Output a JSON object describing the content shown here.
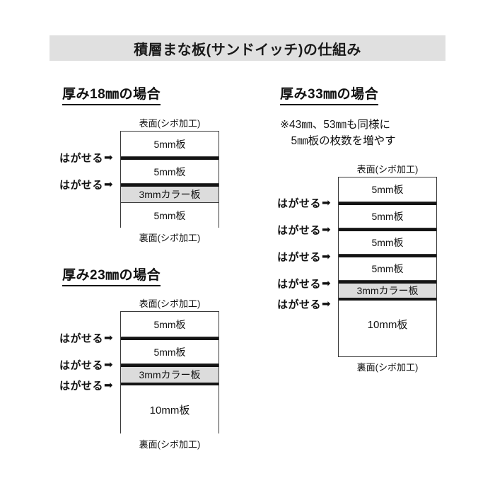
{
  "title": "積層まな板(サンドイッチ)の仕組み",
  "peel_label": "はがせる",
  "peel_arrow": "➡",
  "captions": {
    "front": "表面(シボ加工)",
    "back": "裏面(シボ加工)"
  },
  "sections": [
    {
      "id": "thickness-18",
      "heading": "厚み18㎜の場合",
      "note": "",
      "layers": [
        {
          "label": "5mm板",
          "type": "plain",
          "peelable_above": false
        },
        {
          "label": "5mm板",
          "type": "plain",
          "peelable_above": true
        },
        {
          "label": "3mmカラー板",
          "type": "color",
          "peelable_above": true
        },
        {
          "label": "5mm板",
          "type": "plain",
          "peelable_above": false
        }
      ]
    },
    {
      "id": "thickness-23",
      "heading": "厚み23㎜の場合",
      "note": "",
      "layers": [
        {
          "label": "5mm板",
          "type": "plain",
          "peelable_above": false
        },
        {
          "label": "5mm板",
          "type": "plain",
          "peelable_above": true
        },
        {
          "label": "3mmカラー板",
          "type": "color",
          "peelable_above": true
        },
        {
          "label": "10mm板",
          "type": "plain",
          "peelable_above": true
        }
      ]
    },
    {
      "id": "thickness-33",
      "heading": "厚み33㎜の場合",
      "note": "※43㎜、53㎜も同様に\n　5㎜板の枚数を増やす",
      "layers": [
        {
          "label": "5mm板",
          "type": "plain",
          "peelable_above": false
        },
        {
          "label": "5mm板",
          "type": "plain",
          "peelable_above": true
        },
        {
          "label": "5mm板",
          "type": "plain",
          "peelable_above": true
        },
        {
          "label": "5mm板",
          "type": "plain",
          "peelable_above": true
        },
        {
          "label": "3mmカラー板",
          "type": "color",
          "peelable_above": true
        },
        {
          "label": "10mm板",
          "type": "plain",
          "peelable_above": true
        }
      ]
    }
  ],
  "colors": {
    "banner_bg": "#e0e0e0",
    "color_board": "#dcdcdc",
    "stroke": "#3a3a3a",
    "seam": "#141414",
    "text": "#111111"
  }
}
